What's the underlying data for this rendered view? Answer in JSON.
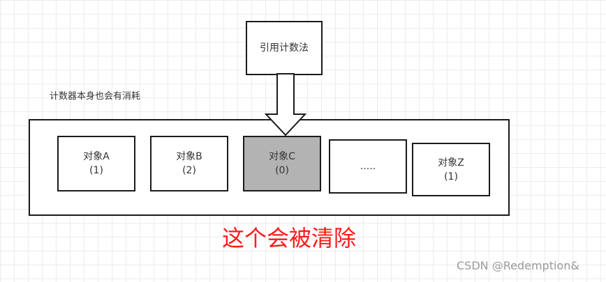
{
  "method_box": {
    "label": "引用计数法"
  },
  "note": "计数器本身也会有消耗",
  "objects": [
    {
      "name": "对象A",
      "count": "(1)"
    },
    {
      "name": "对象B",
      "count": "(2)"
    },
    {
      "name": "对象C",
      "count": "(0)",
      "highlight_color": "#b3b3b3"
    },
    {
      "name": "....."
    },
    {
      "name": "对象Z",
      "count": "(1)"
    }
  ],
  "caption": {
    "text": "这个会被清除",
    "color": "#ff1a1a"
  },
  "watermark": "CSDN @Redemption&"
}
